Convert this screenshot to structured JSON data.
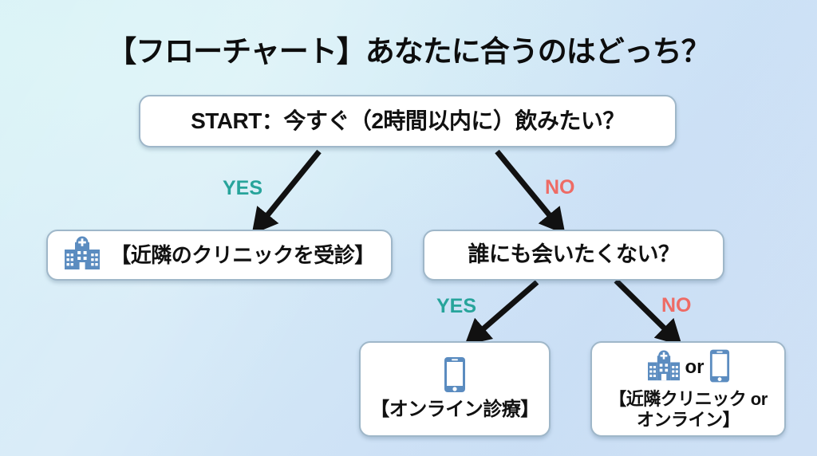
{
  "page": {
    "title": "【フローチャート】あなたに合うのはどっち？",
    "background_colors": [
      "#d9f1f7",
      "#cfe2f6",
      "#c9ddf4"
    ]
  },
  "colors": {
    "yes": "#27a49b",
    "no": "#ee6b65",
    "icon_blue": "#5b8cc0",
    "node_border": "#9fb7c9",
    "node_fill": "#ffffff",
    "arrow": "#111111",
    "text": "#111111"
  },
  "flowchart": {
    "type": "decision-tree",
    "nodes": [
      {
        "id": "start",
        "label": "START：今すぐ（2時間以内に）飲みたい？",
        "kind": "decision",
        "icons": []
      },
      {
        "id": "clinic",
        "label": "【近隣のクリニックを受診】",
        "kind": "outcome",
        "icons": [
          "hospital-icon"
        ]
      },
      {
        "id": "alone",
        "label": "誰にも会いたくない？",
        "kind": "decision",
        "icons": []
      },
      {
        "id": "online",
        "label": "【オンライン診療】",
        "kind": "outcome",
        "icons": [
          "smartphone-icon"
        ]
      },
      {
        "id": "either",
        "label": "【近隣クリニック or\nオンライン】",
        "kind": "outcome",
        "icons": [
          "hospital-icon",
          "smartphone-icon"
        ],
        "icon_separator": "or"
      }
    ],
    "edges": [
      {
        "id": "e1",
        "from": "start",
        "to": "clinic",
        "label": "YES",
        "label_color": "#27a49b"
      },
      {
        "id": "e2",
        "from": "start",
        "to": "alone",
        "label": "NO",
        "label_color": "#ee6b65"
      },
      {
        "id": "e3",
        "from": "alone",
        "to": "online",
        "label": "YES",
        "label_color": "#27a49b"
      },
      {
        "id": "e4",
        "from": "alone",
        "to": "either",
        "label": "NO",
        "label_color": "#ee6b65"
      }
    ]
  }
}
